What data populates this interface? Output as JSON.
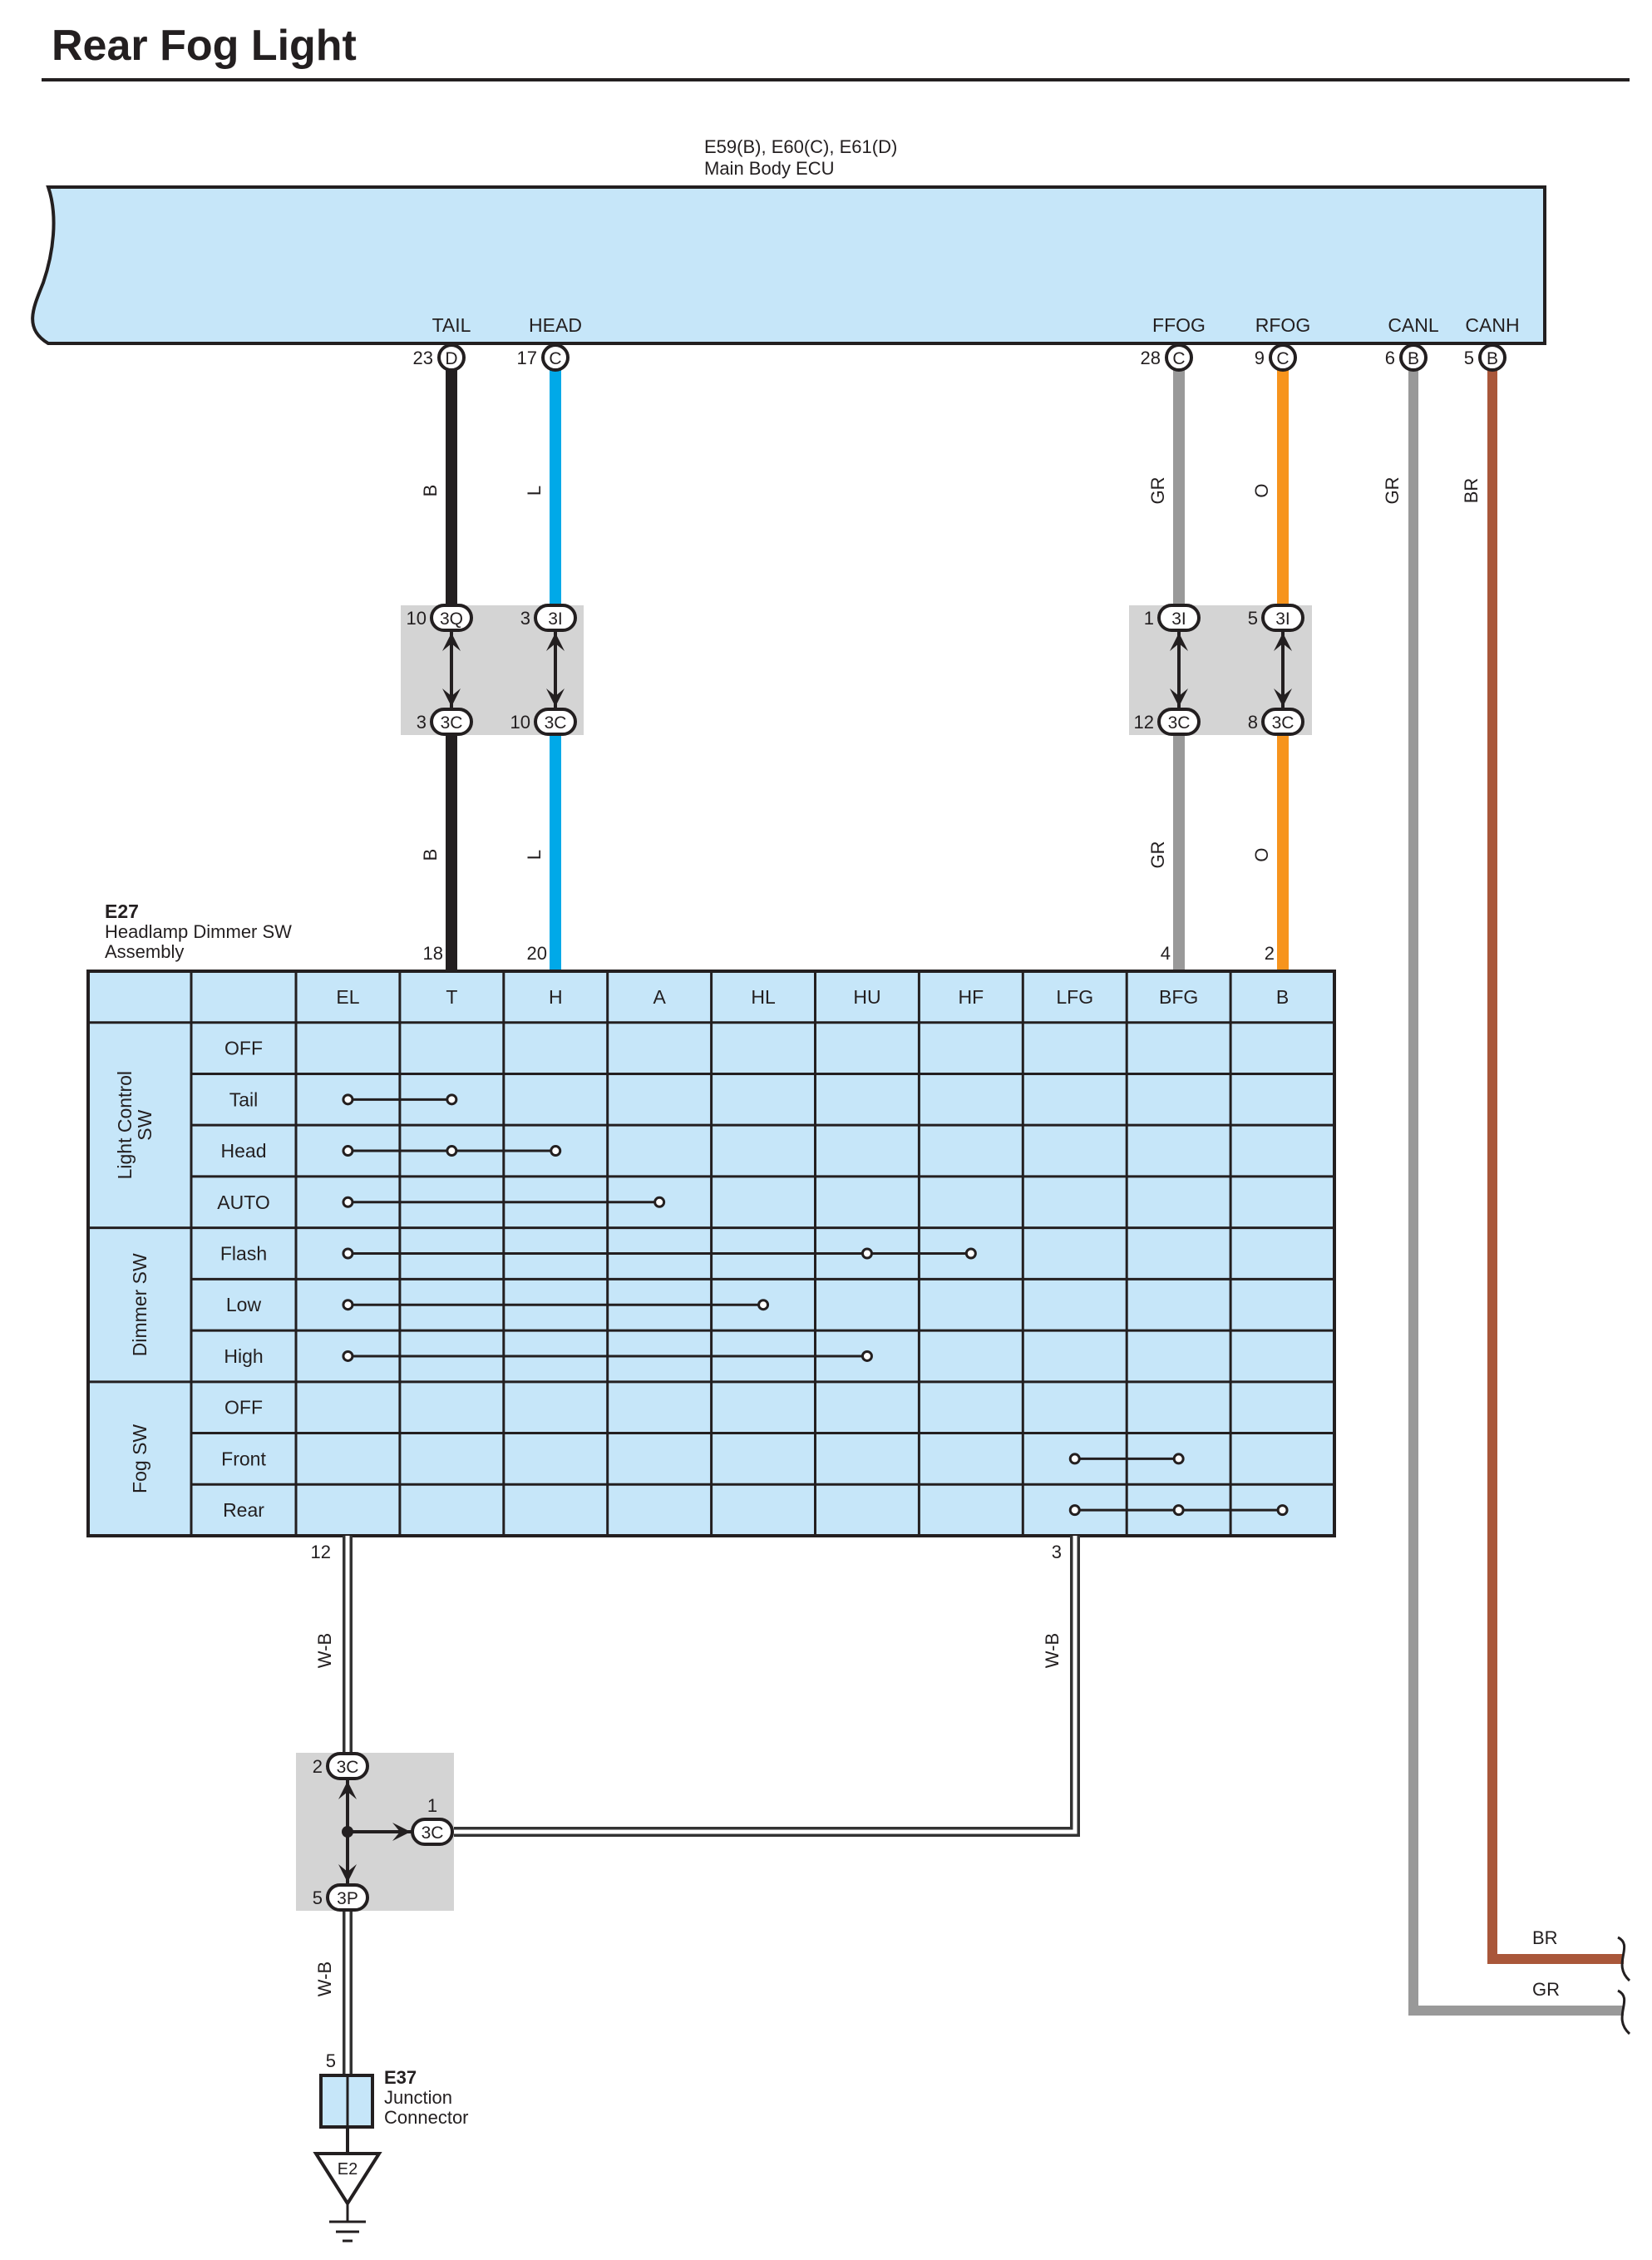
{
  "title": "Rear Fog Light",
  "ecu": {
    "codes": "E59(B), E60(C), E61(D)",
    "name": "Main Body ECU",
    "terminals": [
      {
        "label": "TAIL",
        "pin": "23",
        "conn": "D"
      },
      {
        "label": "HEAD",
        "pin": "17",
        "conn": "C"
      },
      {
        "label": "FFOG",
        "pin": "28",
        "conn": "C"
      },
      {
        "label": "RFOG",
        "pin": "9",
        "conn": "C"
      },
      {
        "label": "CANL",
        "pin": "6",
        "conn": "B"
      },
      {
        "label": "CANH",
        "pin": "5",
        "conn": "B"
      }
    ]
  },
  "wires": [
    {
      "id": "tail",
      "color_code": "B",
      "lower_code": "B",
      "color": "#231f20",
      "sw_pin": "18"
    },
    {
      "id": "head",
      "color_code": "L",
      "lower_code": "L",
      "color": "#00a9e8",
      "sw_pin": "20"
    },
    {
      "id": "ffog",
      "color_code": "GR",
      "lower_code": "GR",
      "color": "#999999",
      "sw_pin": "4"
    },
    {
      "id": "rfog",
      "color_code": "O",
      "lower_code": "O",
      "color": "#f7941d",
      "sw_pin": "2"
    },
    {
      "id": "canl",
      "color_code": "GR",
      "color": "#999999"
    },
    {
      "id": "canh",
      "color_code": "BR",
      "color": "#a9573a"
    }
  ],
  "junctions": {
    "j1": [
      {
        "top_pin": "10",
        "top_conn": "3Q",
        "bot_pin": "3",
        "bot_conn": "3C"
      },
      {
        "top_pin": "3",
        "top_conn": "3I",
        "bot_pin": "10",
        "bot_conn": "3C"
      }
    ],
    "j2": [
      {
        "top_pin": "1",
        "top_conn": "3I",
        "bot_pin": "12",
        "bot_conn": "3C"
      },
      {
        "top_pin": "5",
        "top_conn": "3I",
        "bot_pin": "8",
        "bot_conn": "3C"
      }
    ],
    "j3": {
      "top_pin": "2",
      "top_conn": "3C",
      "right_pin": "1",
      "right_conn": "3C",
      "bot_pin": "5",
      "bot_conn": "3P"
    }
  },
  "switch": {
    "code": "E27",
    "name_line1": "Headlamp Dimmer SW",
    "name_line2": "Assembly",
    "columns": [
      "EL",
      "T",
      "H",
      "A",
      "HL",
      "HU",
      "HF",
      "LFG",
      "BFG",
      "B"
    ],
    "groups": [
      {
        "name": "Light Control SW",
        "rows": [
          "OFF",
          "Tail",
          "Head",
          "AUTO"
        ]
      },
      {
        "name": "Dimmer SW",
        "rows": [
          "Flash",
          "Low",
          "High"
        ]
      },
      {
        "name": "Fog SW",
        "rows": [
          "OFF",
          "Front",
          "Rear"
        ]
      }
    ],
    "continuity": [
      [],
      [
        0,
        1
      ],
      [
        0,
        1,
        2
      ],
      [
        0,
        3
      ],
      [
        0,
        5,
        6
      ],
      [
        0,
        4
      ],
      [
        0,
        5
      ],
      [],
      [
        7,
        8
      ],
      [
        7,
        8,
        9
      ]
    ],
    "bottom_pins": [
      "12",
      "3"
    ]
  },
  "ground_wire": {
    "color_code_left": "W-B",
    "color_code_right": "W-B",
    "color_code_bottom": "W-B"
  },
  "junction_connector": {
    "code": "E37",
    "line1": "Junction",
    "line2": "Connector",
    "pin": "5"
  },
  "ground": {
    "label": "E2"
  },
  "offpage": {
    "top_label": "BR",
    "bottom_label": "GR"
  },
  "colors": {
    "ecu_fill": "#c6e6f9",
    "table_fill": "#c6e6f9",
    "junction_fill": "#d4d4d4",
    "wb_outline": "#333333"
  }
}
